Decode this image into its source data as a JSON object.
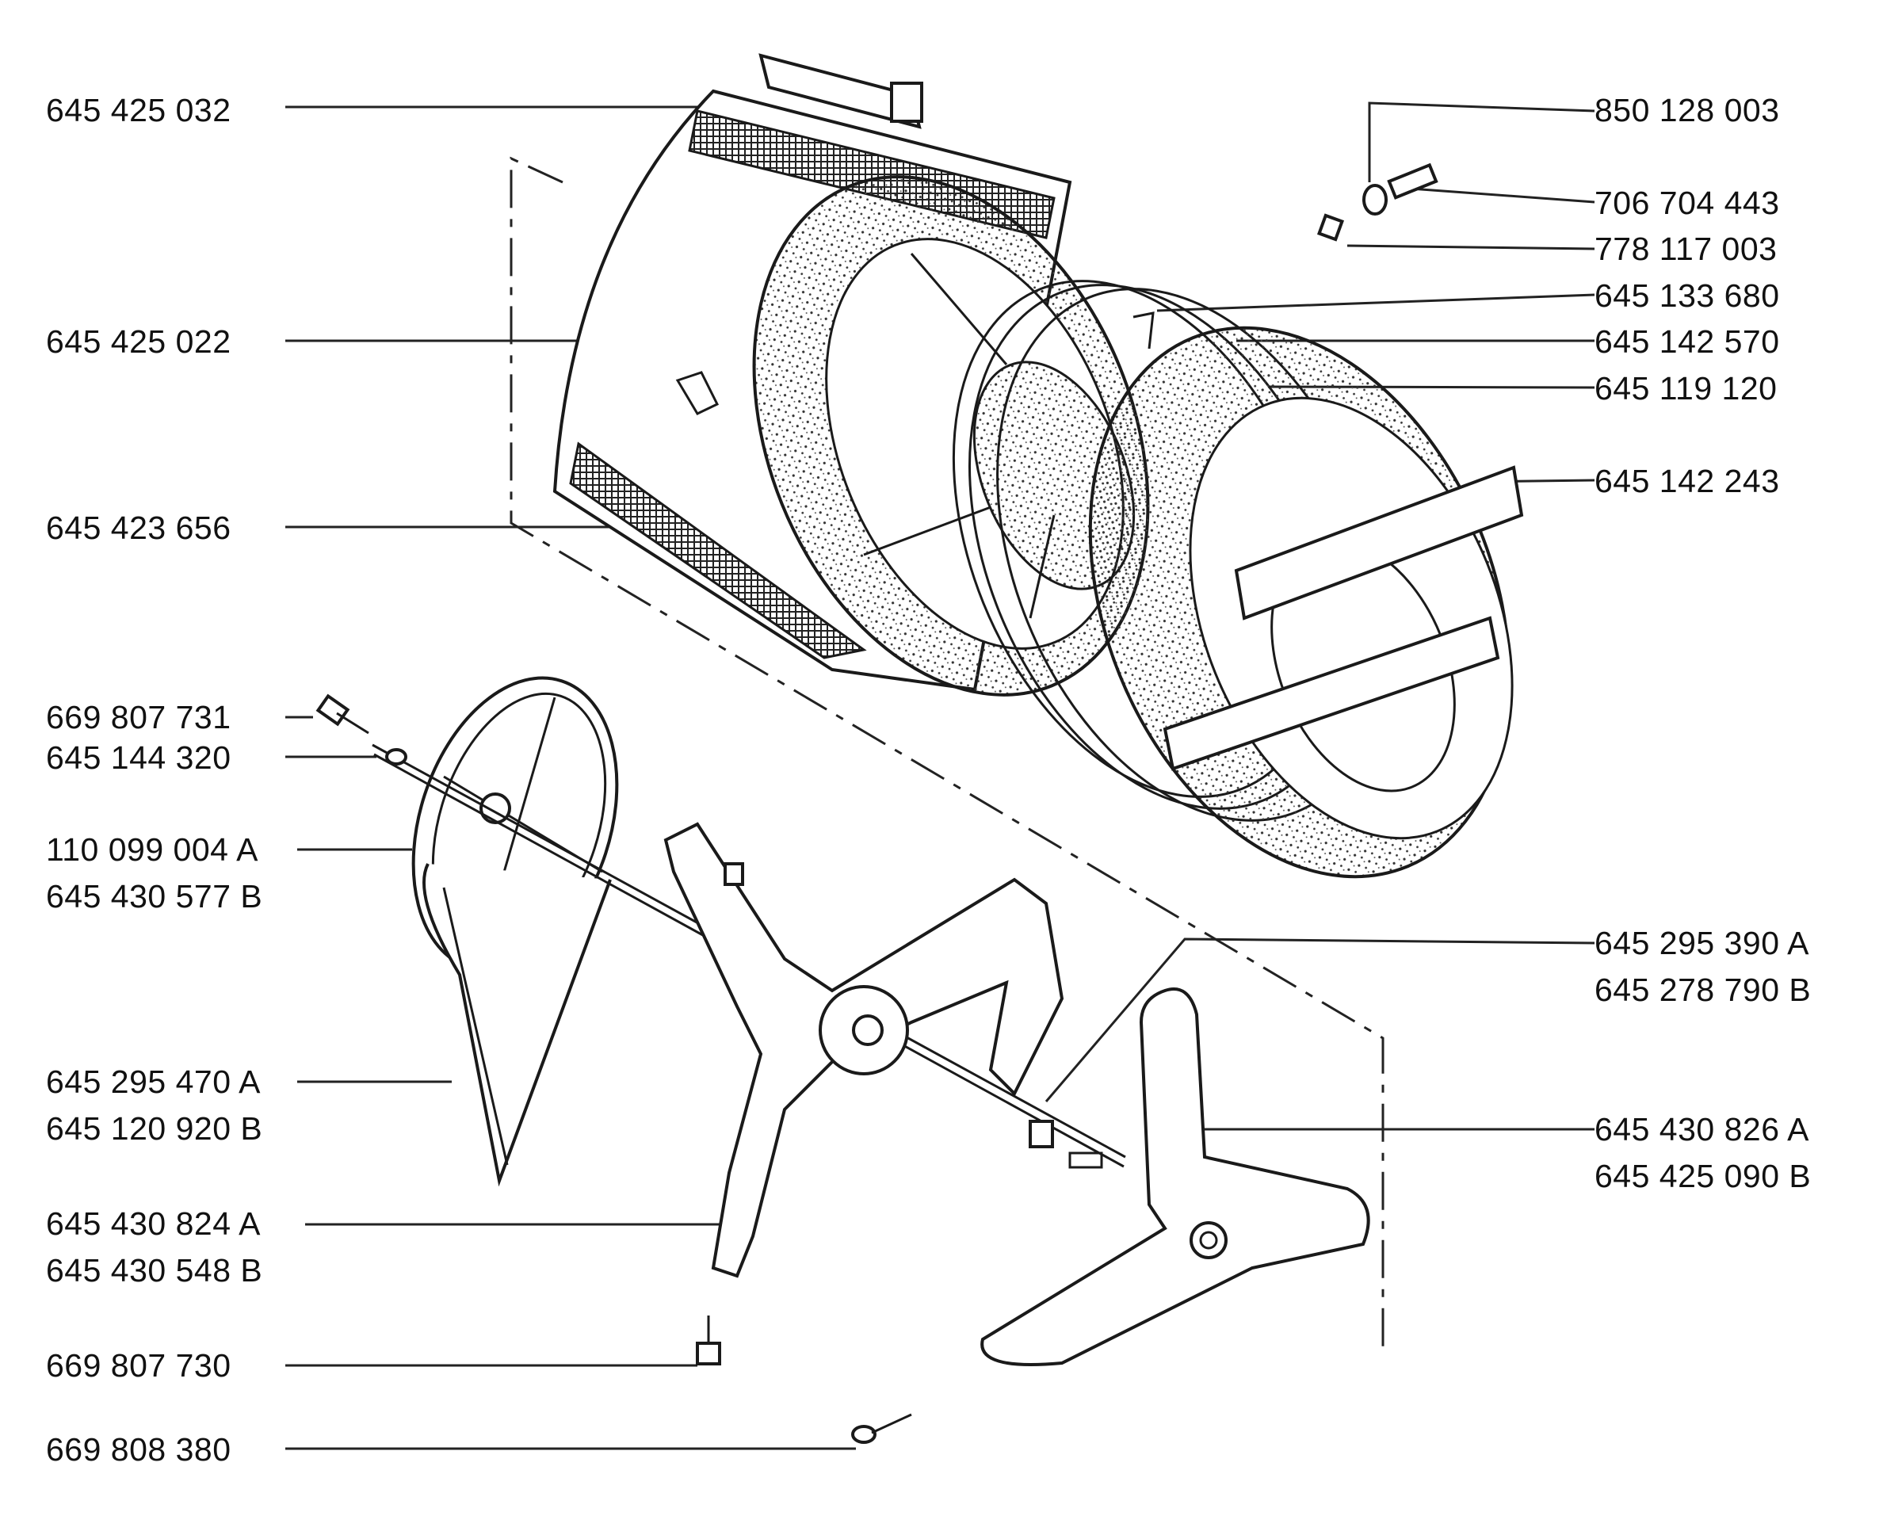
{
  "part_labels": {
    "left": [
      "645 425 032",
      "645 425 022",
      "645 423 656",
      "669 807 731",
      "645 144 320",
      "110 099 004 A",
      "645 430 577 B",
      "645 295 470 A",
      "645 120 920 B",
      "645 430 824 A",
      "645 430 548 B",
      "669 807 730",
      "669 808 380"
    ],
    "right": [
      "850 128 003",
      "706 704 443",
      "778 117 003",
      "645 133 680",
      "645 142 570",
      "645 119 120",
      "645 142 243",
      "645 295 390 A",
      "645 278 790 B",
      "645 430 826 A",
      "645 425 090 B"
    ]
  }
}
